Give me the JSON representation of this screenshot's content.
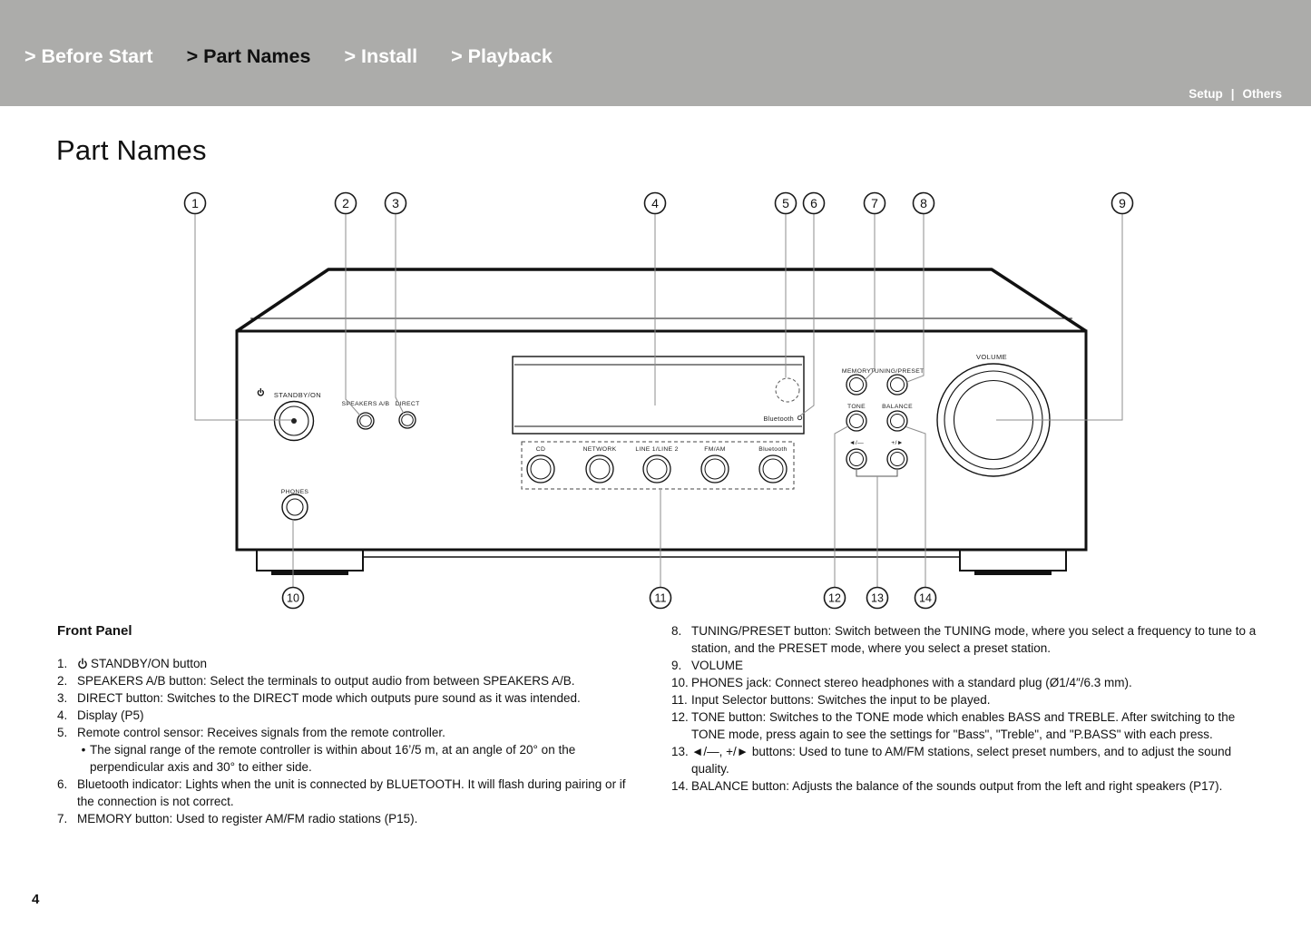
{
  "header": {
    "nav": [
      {
        "label": "> Before Start"
      },
      {
        "label": "> Part Names"
      },
      {
        "label": "> Install"
      },
      {
        "label": "> Playback"
      }
    ],
    "subnav": {
      "setup": "Setup",
      "divider": "|",
      "others": "Others"
    }
  },
  "page_title": "Part Names",
  "page_number": "4",
  "diagram": {
    "callouts": [
      "1",
      "2",
      "3",
      "4",
      "5",
      "6",
      "7",
      "8",
      "9",
      "10",
      "11",
      "12",
      "13",
      "14"
    ],
    "labels": {
      "standby": "STANDBY/ON",
      "speakers_ab": "SPEAKERS A/B",
      "direct": "DIRECT",
      "bluetooth": "Bluetooth",
      "volume": "VOLUME",
      "memory": "MEMORY",
      "tuning_preset": "TUNING/PRESET",
      "tone": "TONE",
      "balance": "BALANCE",
      "left_buttons": "◄/—",
      "right_buttons": "+/►",
      "phones": "PHONES",
      "inputs": [
        "CD",
        "NETWORK",
        "LINE 1/LINE 2",
        "FM/AM",
        "Bluetooth"
      ]
    }
  },
  "front_panel": {
    "title": "Front Panel",
    "items_left": [
      {
        "num": "1.",
        "text": "STANDBY/ON button"
      },
      {
        "num": "2.",
        "text": "SPEAKERS A/B button: Select the terminals to output audio from between SPEAKERS A/B."
      },
      {
        "num": "3.",
        "text": "DIRECT button: Switches to the DIRECT mode which outputs pure sound as it was intended."
      },
      {
        "num": "4.",
        "text": "Display (P5)"
      },
      {
        "num": "5.",
        "text": "Remote control sensor: Receives signals from the remote controller.",
        "bullet": "The signal range of the remote controller is within about 16’/5 m, at an angle of 20° on the perpendicular axis and 30° to either side."
      },
      {
        "num": "6.",
        "text": "Bluetooth indicator: Lights when the unit is connected by BLUETOOTH. It will flash during pairing or if the connection is not correct."
      },
      {
        "num": "7.",
        "text": "MEMORY button: Used to register AM/FM radio stations (P15)."
      }
    ],
    "items_right": [
      {
        "num": "8.",
        "text": "TUNING/PRESET button: Switch between the TUNING mode, where you select a frequency to tune to a station, and the PRESET mode, where you select a preset station."
      },
      {
        "num": "9.",
        "text": "VOLUME"
      },
      {
        "num": "10.",
        "text": "PHONES jack: Connect stereo headphones with a standard plug (Ø1/4″/6.3 mm)."
      },
      {
        "num": "11.",
        "text": "Input Selector buttons: Switches the input to be played."
      },
      {
        "num": "12.",
        "text": "TONE button: Switches to the TONE mode which enables BASS and TREBLE. After switching to the TONE mode, press again to see the settings for \"Bass\", \"Treble\", and \"P.BASS\" with each press."
      },
      {
        "num": "13.",
        "text": "◄/—,  +/► buttons: Used to tune to AM/FM stations, select preset numbers, and to adjust the sound quality."
      },
      {
        "num": "14.",
        "text": "BALANCE button: Adjusts the balance of the sounds output from the left and right speakers (P17)."
      }
    ]
  }
}
